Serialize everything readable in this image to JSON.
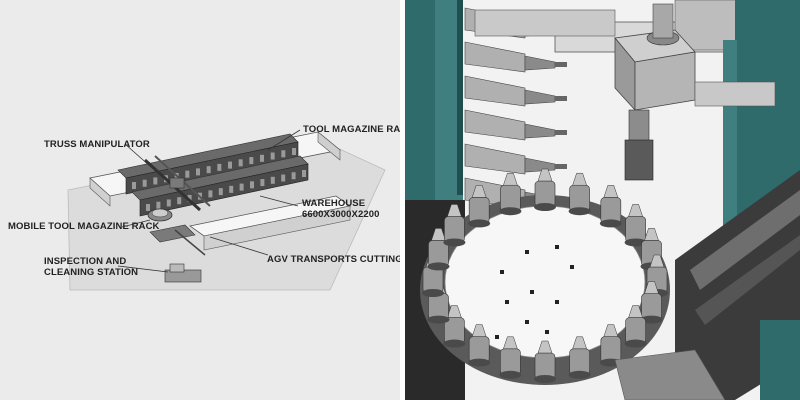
{
  "left_panel": {
    "labels": {
      "truss_manipulator": "TRUSS MANIPULATOR",
      "tool_magazine_rack": "TOOL MAGAZINE RACK",
      "warehouse_line1": "WAREHOUSE",
      "warehouse_line2": "6600X3000X2200",
      "mobile_tool_magazine_rack": "MOBILE TOOL MAGAZINE RACK",
      "inspection_line1": "INSPECTION AND",
      "inspection_line2": "CLEANING STATION",
      "agv_transports": "AGV TRANSPORTS CUTTING TOOLS"
    }
  },
  "colors": {
    "left_background": "#ebebeb",
    "right_background": "#f2f2f2",
    "teal_frame": "#2f6b6b",
    "tool_gray": "#8a8a8a",
    "dark_machinery": "#3a3a3a"
  }
}
